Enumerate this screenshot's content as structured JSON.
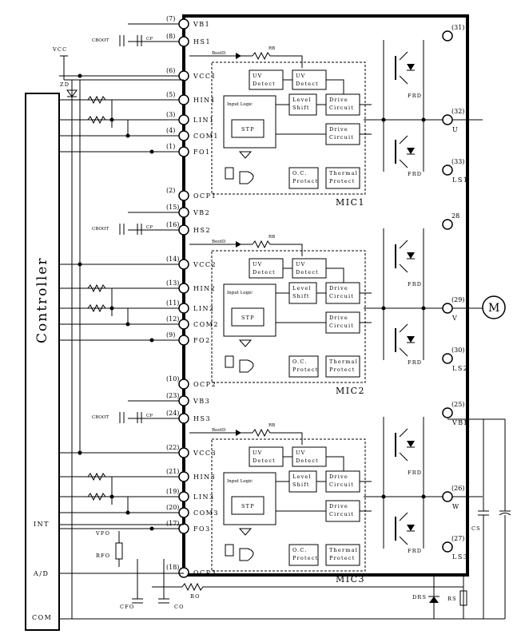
{
  "controller": {
    "label": "Controller",
    "pins": [
      "INT",
      "A/D",
      "COM"
    ]
  },
  "modules": [
    {
      "name": "MIC1",
      "pins": [
        {
          "num": "(7)",
          "name": "VB1"
        },
        {
          "num": "(8)",
          "name": "HS1"
        },
        {
          "num": "(6)",
          "name": "VCC1"
        },
        {
          "num": "(5)",
          "name": "HIN1"
        },
        {
          "num": "(3)",
          "name": "LIN1"
        },
        {
          "num": "(4)",
          "name": "COM1"
        },
        {
          "num": "(1)",
          "name": "FO1"
        },
        {
          "num": "(2)",
          "name": "OCP1"
        }
      ],
      "out_pins": [
        {
          "num": "(31)",
          "name": ""
        },
        {
          "num": "(32)",
          "name": "U"
        },
        {
          "num": "(33)",
          "name": "LS1"
        }
      ]
    },
    {
      "name": "MIC2",
      "pins": [
        {
          "num": "(15)",
          "name": "VB2"
        },
        {
          "num": "(16)",
          "name": "HS2"
        },
        {
          "num": "(14)",
          "name": "VCC2"
        },
        {
          "num": "(13)",
          "name": "HIN2"
        },
        {
          "num": "(11)",
          "name": "LIN2"
        },
        {
          "num": "(12)",
          "name": "COM2"
        },
        {
          "num": "(9)",
          "name": "FO2"
        },
        {
          "num": "(10)",
          "name": "OCP2"
        }
      ],
      "out_pins": [
        {
          "num": "28",
          "name": ""
        },
        {
          "num": "(29)",
          "name": "V"
        },
        {
          "num": "(30)",
          "name": "LS2"
        }
      ]
    },
    {
      "name": "MIC3",
      "pins": [
        {
          "num": "(23)",
          "name": "VB3"
        },
        {
          "num": "(24)",
          "name": "HS3"
        },
        {
          "num": "(22)",
          "name": "VCC3"
        },
        {
          "num": "(21)",
          "name": "HIN3"
        },
        {
          "num": "(19)",
          "name": "LIN3"
        },
        {
          "num": "(20)",
          "name": "COM3"
        },
        {
          "num": "(17)",
          "name": "FO3"
        },
        {
          "num": "(18)",
          "name": "OCP3"
        }
      ],
      "out_pins": [
        {
          "num": "(25)",
          "name": "VBB"
        },
        {
          "num": "(26)",
          "name": "W"
        },
        {
          "num": "(27)",
          "name": "LS3"
        }
      ]
    }
  ],
  "blocks": {
    "uv_detect": "UV Detect",
    "input_logic": "Input Logic",
    "level_shift": "Level Shift",
    "drive_circuit": "Drive Circuit",
    "stp": "STP",
    "oc_protect": "O.C. Protect",
    "thermal_protect": "Thermal Protect",
    "frd": "FRD",
    "boot_d": "BootD",
    "rb": "RB"
  },
  "components": {
    "cboot": "CBOOT",
    "cp": "CP",
    "vcc": "VCC",
    "zd": "ZD",
    "motor": "M",
    "vfo": "VFO",
    "rfo": "RFO",
    "cfo": "CFO",
    "co": "CO",
    "ro": "RO",
    "drs": "DRS",
    "rs": "RS",
    "cs": "CS"
  }
}
